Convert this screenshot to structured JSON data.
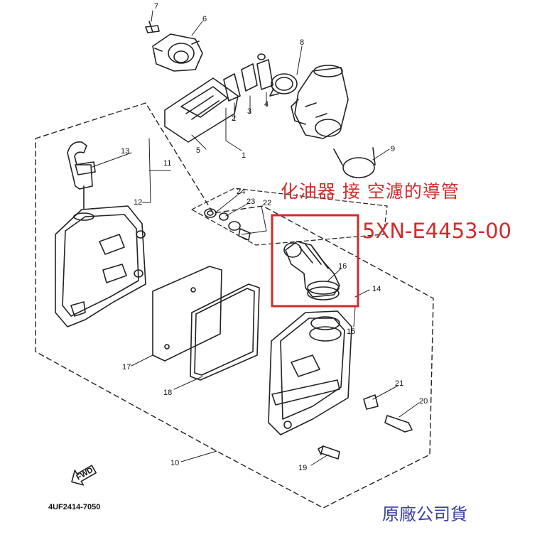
{
  "annotation": {
    "title": "化油器 接 空濾的導管",
    "part_number": "5XN-E4453-00",
    "genuine_note": "原廠公司貨",
    "highlight_color": "#d22a2a",
    "genuine_color": "#3a3fa8"
  },
  "diagram": {
    "code": "4UF2414-7050",
    "fwd_label": "FWD",
    "callouts": [
      "1",
      "2",
      "3",
      "4",
      "5",
      "6",
      "7",
      "8",
      "9",
      "10",
      "11",
      "12",
      "13",
      "14",
      "15",
      "16",
      "17",
      "18",
      "19",
      "20",
      "21",
      "22",
      "23",
      "24"
    ]
  }
}
